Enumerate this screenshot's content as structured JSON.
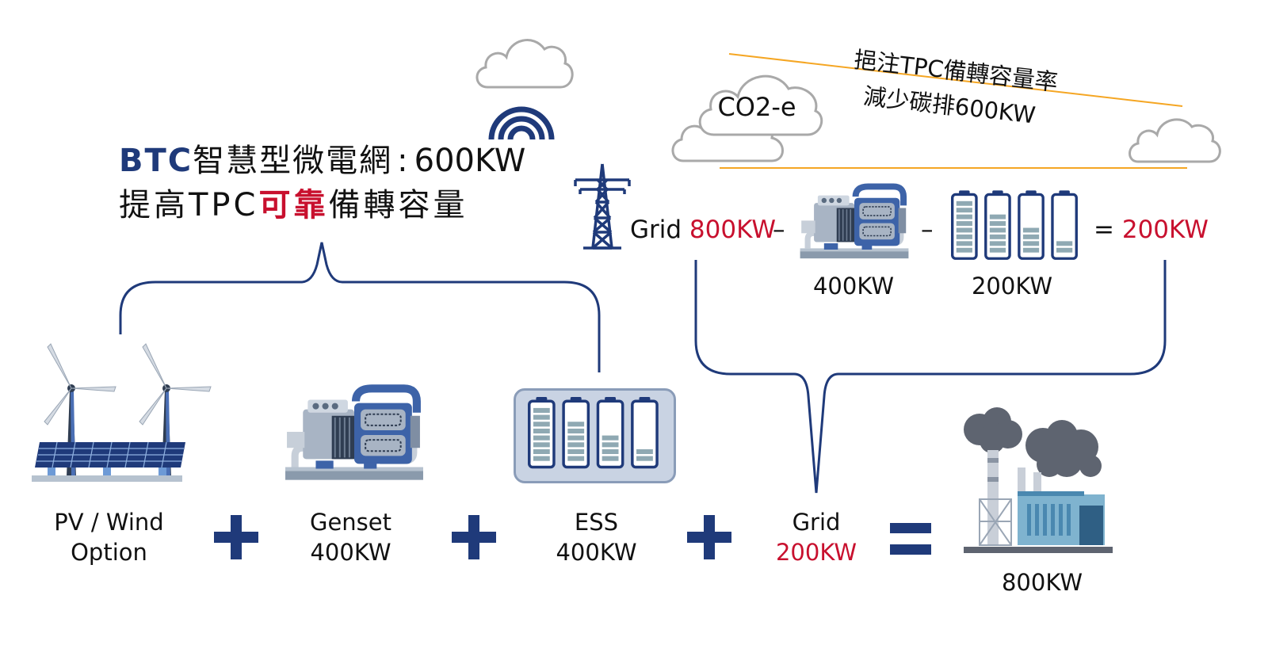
{
  "header": {
    "title_brand": "BTC",
    "title_rest": "智慧型微電網",
    "title_colon": ":",
    "title_value": "600KW",
    "subtitle_prefix": "提高TPC",
    "subtitle_highlight": "可靠",
    "subtitle_suffix": "備轉容量"
  },
  "co2": {
    "cloud_label": "CO2-e",
    "line1": "挹注TPC備轉容量率",
    "line2": "減少碳排600KW"
  },
  "equation": {
    "grid_label": "Grid",
    "grid_value": "800KW",
    "minus": "–",
    "genset_value": "400KW",
    "ess_value": "200KW",
    "equals": "=",
    "result": "200KW"
  },
  "bottom": {
    "pv_line1": "PV / Wind",
    "pv_line2": "Option",
    "genset_line1": "Genset",
    "genset_line2": "400KW",
    "ess_line1": "ESS",
    "ess_line2": "400KW",
    "grid_line1": "Grid",
    "grid_line2": "200KW",
    "factory_value": "800KW"
  },
  "colors": {
    "navy": "#1f3a7a",
    "red": "#c8102e",
    "orange": "#f5a623",
    "gray_cloud": "#a9a9a9",
    "battery_green": "#7f9fae"
  },
  "icons": [
    "cloud-icon",
    "wifi-signal-icon",
    "transmission-tower-icon",
    "wind-turbine-icon",
    "solar-panel-icon",
    "genset-icon",
    "battery-icon",
    "plus-icon",
    "equals-icon",
    "factory-icon"
  ]
}
